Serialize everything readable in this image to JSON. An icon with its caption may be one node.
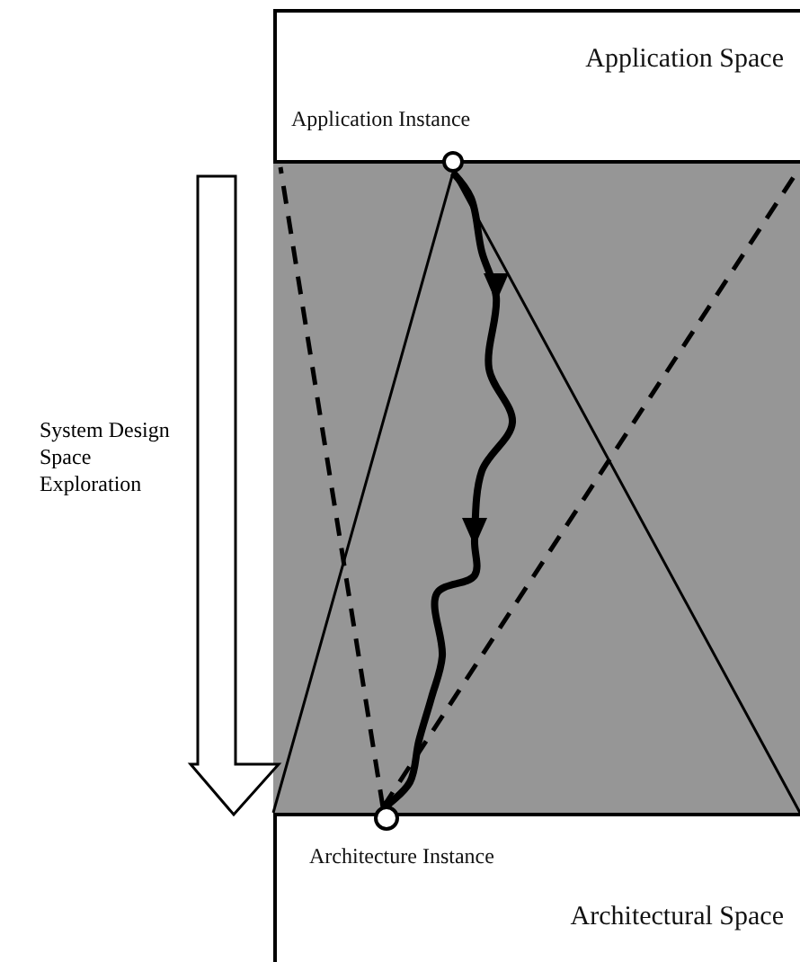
{
  "diagram": {
    "nodes": [
      {
        "text": [
          "Application Space",
          "Application Instance"
        ]
      },
      {
        "text": [],
        "shape": "circle"
      },
      {
        "text": [
          "Architecture Instance",
          "Architectural Space"
        ]
      },
      {
        "text": [],
        "shape": "circle"
      }
    ],
    "edges": [
      {
        "from": 1,
        "to": 3,
        "arrow": "to"
      }
    ],
    "labels": [
      "System Design Space Exploration"
    ]
  }
}
